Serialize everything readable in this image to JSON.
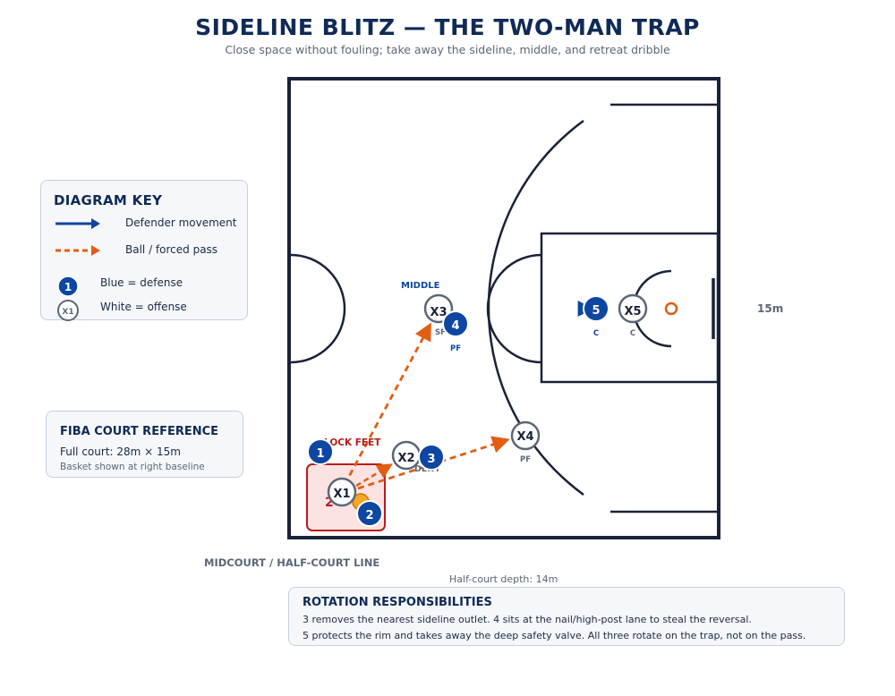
{
  "title": "SIDELINE BLITZ — THE TWO-MAN TRAP",
  "subtitle": "Close space without fouling; take away the sideline, middle, and retreat dribble",
  "key": {
    "title": "DIAGRAM KEY",
    "defender_movement": "Defender movement",
    "ball_pass": "Ball / forced pass",
    "blue_defense": "Blue = defense",
    "white_offense": "White = offense",
    "sample_defender": "1",
    "sample_offense": "X1"
  },
  "fiba": {
    "title": "FIBA COURT REFERENCE",
    "line1": "Full court: 28m × 15m",
    "line2": "Basket shown at right baseline"
  },
  "rotation": {
    "title": "ROTATION RESPONSIBILITIES",
    "line1": "3 removes the nearest sideline outlet. 4 sits at the nail/high-post lane to steal the reversal.",
    "line2": "5 protects the rim and takes away the deep safety valve. All three rotate on the trap, not on the pass."
  },
  "court_labels": {
    "midcourt": "MIDCOURT / HALF-COURT LINE",
    "depth": "Half-court depth: 14m",
    "width": "15m",
    "middle": "MIDDLE",
    "lock_feet": "LOCK FEET",
    "deny": "DENY",
    "trap_mark": "2"
  },
  "defense": [
    {
      "num": "1",
      "role": ""
    },
    {
      "num": "2",
      "role": ""
    },
    {
      "num": "3",
      "role": ""
    },
    {
      "num": "4",
      "role": "PF"
    },
    {
      "num": "5",
      "role": "C"
    }
  ],
  "offense": [
    {
      "num": "X1",
      "role": ""
    },
    {
      "num": "X2",
      "role": ""
    },
    {
      "num": "X3",
      "role": "SF"
    },
    {
      "num": "X4",
      "role": "PF"
    },
    {
      "num": "X5",
      "role": "C"
    }
  ],
  "colors": {
    "defense": "#0d47a1",
    "offense_stroke": "#5b6778",
    "pass": "#e35d11",
    "court_line": "#1a2238",
    "trap_fill": "#fde2e2",
    "trap_stroke": "#b71c1c",
    "ball": "#f5a623"
  }
}
